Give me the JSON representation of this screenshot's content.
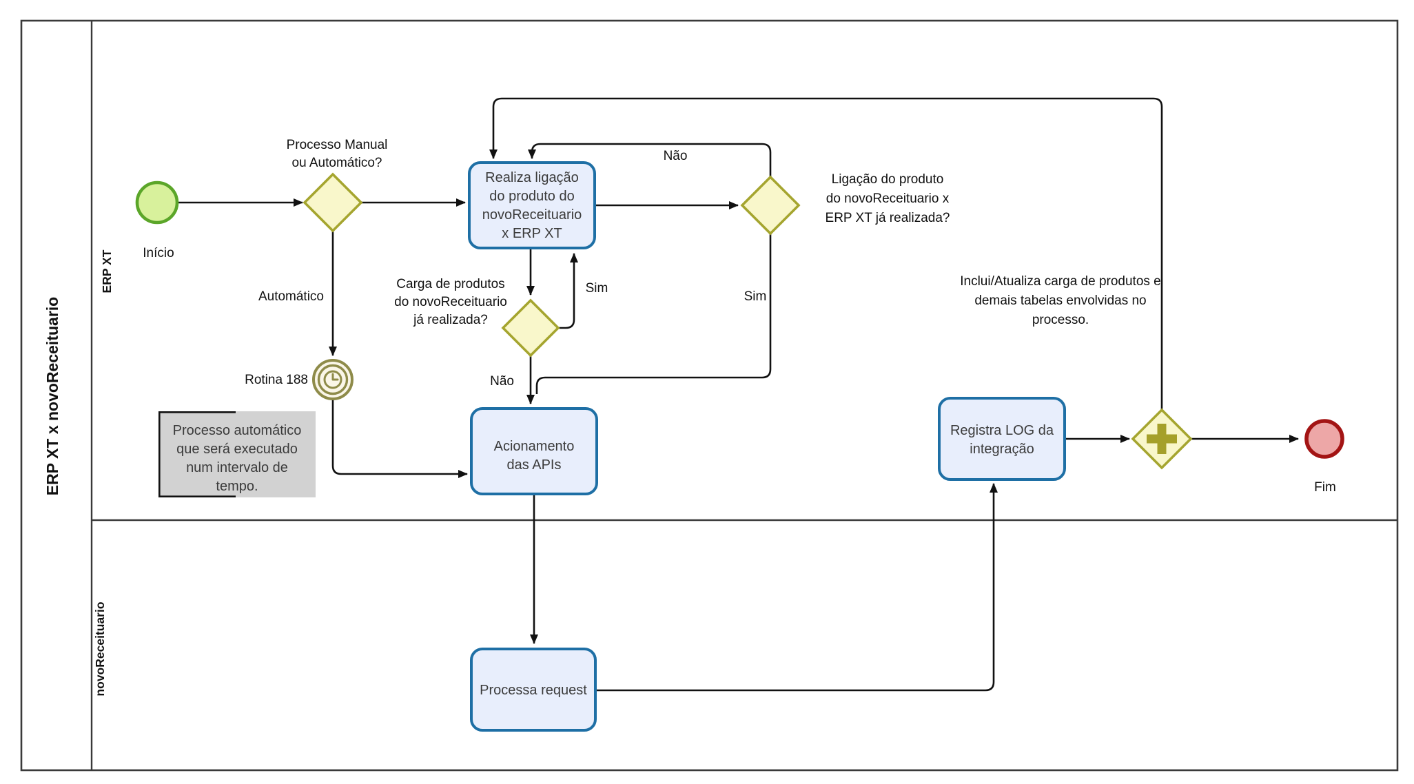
{
  "diagram": {
    "pool_title": "ERP XT x novoReceituario",
    "lanes": [
      {
        "label": "ERP XT"
      },
      {
        "label": "novoReceituario"
      }
    ],
    "events": {
      "start_label": "Início",
      "timer_label": "Rotina 188",
      "end_label": "Fim"
    },
    "tasks": {
      "realiza": {
        "lines": [
          "Realiza ligação",
          "do produto do",
          "novoReceituario",
          "x ERP XT"
        ]
      },
      "acionamento": {
        "lines": [
          "Acionamento",
          "das APIs"
        ]
      },
      "processa": {
        "lines": [
          "Processa request"
        ]
      },
      "registra": {
        "lines": [
          "Registra LOG da",
          "integração"
        ]
      }
    },
    "gateways": {
      "gw1": {
        "lines": [
          "Processo Manual",
          "ou Automático?"
        ]
      },
      "gw2": {
        "lines": [
          "Ligação do produto",
          "do novoReceituario x",
          "ERP XT já realizada?"
        ]
      },
      "gw3": {
        "lines": [
          "Carga de produtos",
          "do novoReceituario",
          "já realizada?"
        ]
      }
    },
    "edge_labels": {
      "automatico": "Automático",
      "nao_loop_gw2": "Não",
      "sim_gw3": "Sim",
      "sim_gw2": "Sim",
      "nao_gw3": "Não"
    },
    "annotations": {
      "timer_note": {
        "lines": [
          "Processo automático",
          "que será executado",
          "num intervalo de",
          "tempo."
        ]
      },
      "loop_note": {
        "lines": [
          "Inclui/Atualiza carga de produtos e",
          "demais tabelas envolvidas no",
          "processo."
        ]
      }
    },
    "colors": {
      "line": "#111111",
      "pool_border": "#3a3a3a",
      "task_fill": "#e8eefc",
      "task_stroke": "#1e6fa5",
      "gateway_fill": "#f9f7cb",
      "gateway_stroke": "#a5a52f",
      "plus_sign": "#a5a02a",
      "start_fill": "#d8f19c",
      "start_stroke": "#5ba629",
      "end_fill": "#eda7a7",
      "end_stroke": "#a31414",
      "timer_stroke": "#8e8b49",
      "timer_fill": "#faf6e8",
      "note_fill": "#d2d2d2",
      "node_text": "#3b3b3b",
      "label_text": "#111111"
    }
  }
}
